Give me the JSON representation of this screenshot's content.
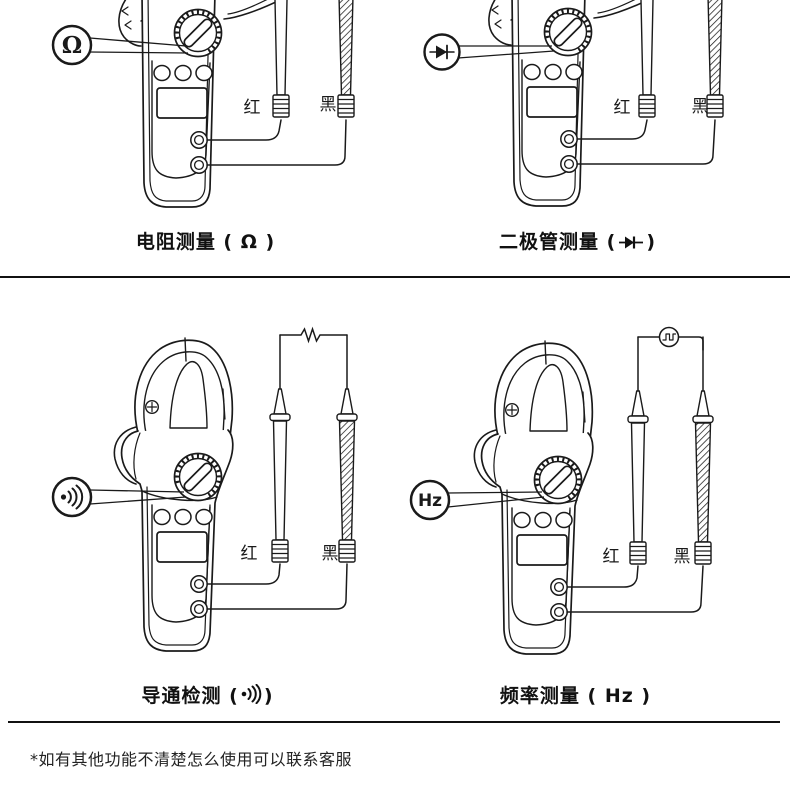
{
  "page": {
    "background": "#ffffff",
    "ink_color": "#1a1a1a",
    "description": "Clamp meter instruction diagram with four measurement setups"
  },
  "labels": {
    "red_probe": "红",
    "black_probe": "黑"
  },
  "panels": [
    {
      "name": "resistance-measurement",
      "bubble_symbol": "Ω",
      "bubble_icon": "omega-symbol",
      "caption_prefix": "电阻测量 ( Ω )",
      "caption_suffix": ""
    },
    {
      "name": "diode-measurement",
      "bubble_icon": "diode-symbol",
      "caption_prefix": "二极管测量 (",
      "caption_suffix": ")"
    },
    {
      "name": "continuity-test",
      "bubble_icon": "continuity-sound-waves-symbol",
      "caption_prefix": "导通检测 (",
      "caption_suffix": ")"
    },
    {
      "name": "frequency-measurement",
      "bubble_symbol": "Hz",
      "bubble_icon": "hz-symbol",
      "caption_prefix": "频率测量 ( Hz )",
      "caption_suffix": ""
    }
  ],
  "schematic_icons": {
    "resistor": "zigzag-resistor",
    "signal_source": "square-wave-in-circle"
  },
  "footer": {
    "note": "*如有其他功能不清楚怎么使用可以联系客服"
  }
}
